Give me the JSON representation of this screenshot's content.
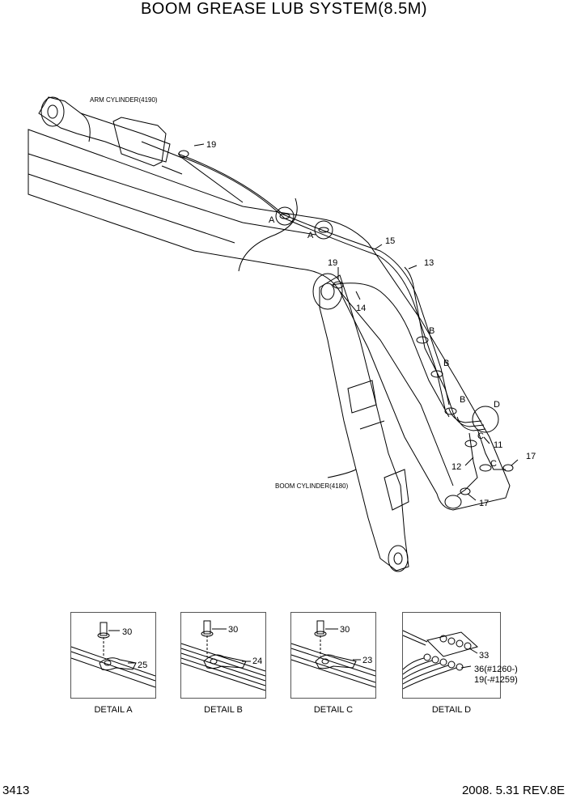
{
  "title": "BOOM GREASE LUB SYSTEM(8.5M)",
  "page_number": "3413",
  "revision": "2008. 5.31  REV.8E",
  "labels": {
    "arm_cylinder": "ARM CYLINDER(4190)",
    "boom_cylinder": "BOOM CYLINDER(4180)",
    "p19a": "19",
    "p19b": "19",
    "p15": "15",
    "p13": "13",
    "p14": "14",
    "p11": "11",
    "p12": "12",
    "p17a": "17",
    "p17b": "17",
    "A1": "A",
    "A2": "A",
    "B1": "B",
    "B2": "B",
    "B3": "B",
    "C1": "C",
    "C2": "C",
    "D": "D"
  },
  "details": [
    {
      "caption": "DETAIL  A",
      "bolt": "30",
      "clamp": "25"
    },
    {
      "caption": "DETAIL  B",
      "bolt": "30",
      "clamp": "24"
    },
    {
      "caption": "DETAIL  C",
      "bolt": "30",
      "clamp": "23"
    },
    {
      "caption": "DETAIL  D",
      "fitting": "33",
      "note1": "36(#1260-)",
      "note2": "19(-#1259)"
    }
  ]
}
